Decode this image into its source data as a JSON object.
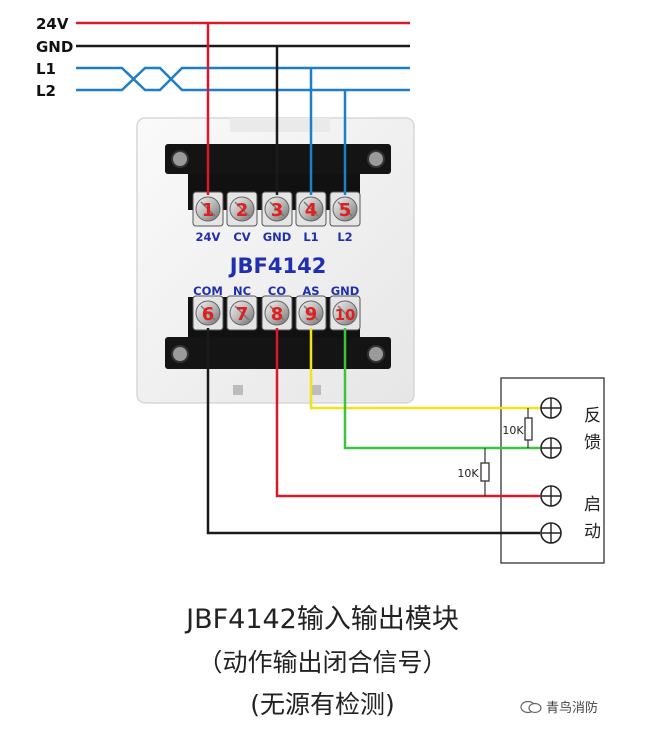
{
  "bus_lines": [
    {
      "label": "24V",
      "color": "#d9192a"
    },
    {
      "label": "GND",
      "color": "#1a1a1a"
    },
    {
      "label": "L1",
      "color": "#1e7fc8"
    },
    {
      "label": "L2",
      "color": "#1e7fc8"
    }
  ],
  "module": {
    "model": "JBF4142",
    "top_terminals": [
      {
        "num": "1",
        "label": "24V"
      },
      {
        "num": "2",
        "label": "CV"
      },
      {
        "num": "3",
        "label": "GND"
      },
      {
        "num": "4",
        "label": "L1"
      },
      {
        "num": "5",
        "label": "L2"
      }
    ],
    "bottom_terminals": [
      {
        "num": "6",
        "label": "COM"
      },
      {
        "num": "7",
        "label": "NC"
      },
      {
        "num": "8",
        "label": "CO"
      },
      {
        "num": "9",
        "label": "AS"
      },
      {
        "num": "10",
        "label": "GND"
      }
    ]
  },
  "device": {
    "feedback_label": "反馈",
    "start_label": "启动",
    "resistor_1": "10K",
    "resistor_2": "10K"
  },
  "caption": {
    "line1": "JBF4142输入输出模块",
    "line2": "（动作输出闭合信号）",
    "line3": "(无源有检测)"
  },
  "watermark": "青鸟消防",
  "colors": {
    "red": "#d9192a",
    "black": "#1a1a1a",
    "blue": "#1e7fc8",
    "yellow": "#f2e21b",
    "green": "#3cc43c",
    "number_red": "#e0201f",
    "label_blue": "#1f2fb0"
  }
}
